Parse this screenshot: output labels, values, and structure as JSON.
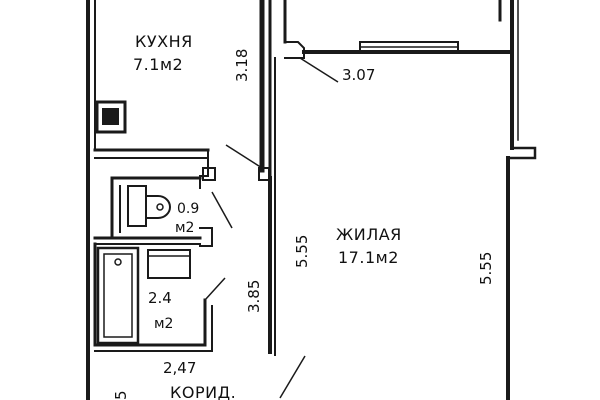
{
  "colors": {
    "wall": "#1a1a1a",
    "paper": "#ffffff",
    "hatch": "#2a2a2a"
  },
  "rooms": {
    "kitchen": {
      "name": "КУХНЯ",
      "area": "7.1м2"
    },
    "living": {
      "name": "ЖИЛАЯ",
      "area": "17.1м2"
    },
    "toilet": {
      "value": "0.9",
      "unit": "м2"
    },
    "bath": {
      "value": "2.4",
      "unit": "м2"
    },
    "corridor": {
      "name": "КОРИД."
    }
  },
  "dimensions": {
    "kitchen_height": "3.18",
    "balcony_width": "3.07",
    "living_left": "5.55",
    "living_right": "5.55",
    "bath_length": "3.85",
    "corridor_width": "2,47",
    "corridor_partial": "5"
  }
}
